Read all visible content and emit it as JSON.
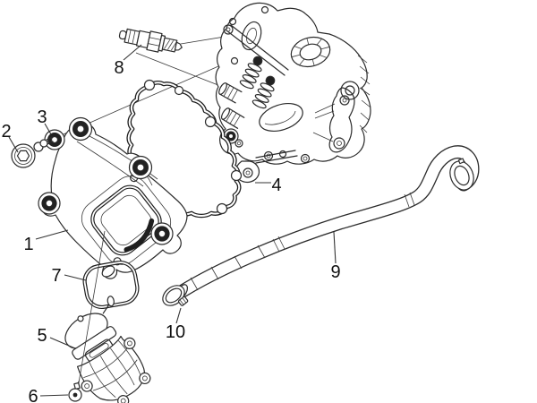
{
  "diagram": {
    "type": "exploded-parts-diagram",
    "description": "Line-art exploded view of an engine cylinder head cover assembly",
    "background_color": "#ffffff",
    "line_color": "#2b2b2b",
    "label_color": "#111111"
  },
  "callouts": [
    {
      "label": "1",
      "part": "cylinder-head-cover"
    },
    {
      "label": "2",
      "part": "flange-bolt"
    },
    {
      "label": "3",
      "part": "rubber-washer"
    },
    {
      "label": "4",
      "part": "head-cover-gasket"
    },
    {
      "label": "5",
      "part": "secondary-air-valve-cover"
    },
    {
      "label": "6",
      "part": "cover-screw"
    },
    {
      "label": "7",
      "part": "air-valve-gasket"
    },
    {
      "label": "8",
      "part": "spark-plug"
    },
    {
      "label": "9",
      "part": "secondary-air-pipe"
    },
    {
      "label": "10",
      "part": "hose-clamp"
    }
  ]
}
